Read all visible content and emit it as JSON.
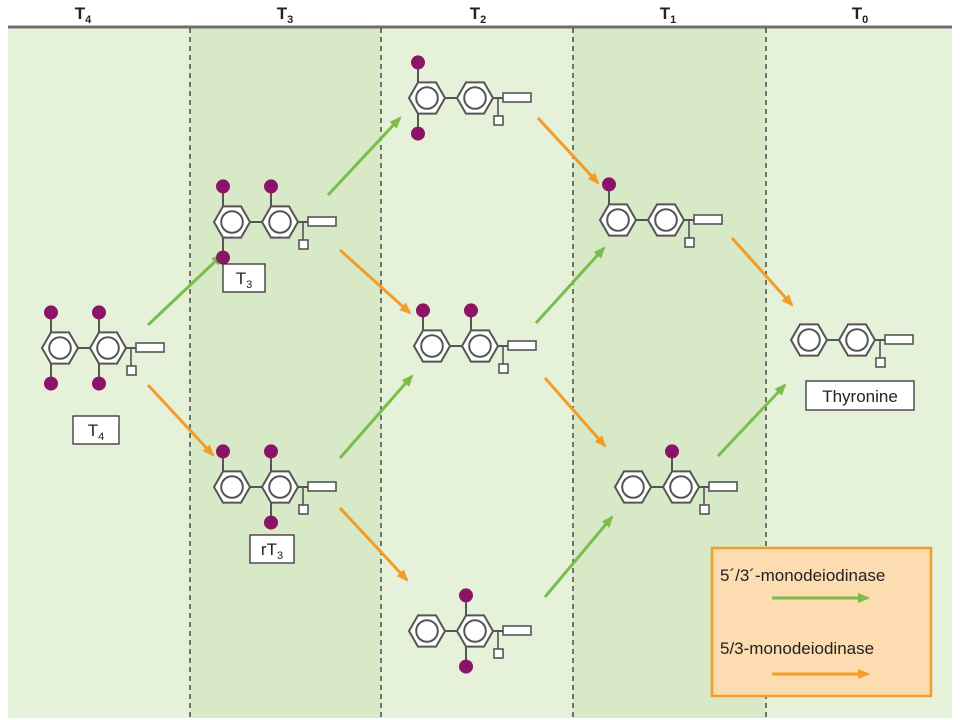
{
  "columns": [
    {
      "id": "T4",
      "base": "T",
      "sub": "4"
    },
    {
      "id": "T3",
      "base": "T",
      "sub": "3"
    },
    {
      "id": "T2",
      "base": "T",
      "sub": "2"
    },
    {
      "id": "T1",
      "base": "T",
      "sub": "1"
    },
    {
      "id": "T0",
      "base": "T",
      "sub": "0"
    }
  ],
  "molecules": [
    {
      "id": "t4",
      "iodines": [
        "3",
        "5",
        "3'",
        "5'"
      ],
      "label": {
        "base": "T",
        "sub": "4"
      }
    },
    {
      "id": "t3",
      "iodines": [
        "3",
        "5",
        "3'"
      ],
      "label": {
        "base": "T",
        "sub": "3"
      }
    },
    {
      "id": "rt3",
      "iodines": [
        "3",
        "3'",
        "5'"
      ],
      "label": {
        "base": "rT",
        "sub": "3"
      }
    },
    {
      "id": "t2a",
      "iodines": [
        "3",
        "5"
      ],
      "label": null
    },
    {
      "id": "t2b",
      "iodines": [
        "3",
        "3'"
      ],
      "label": null
    },
    {
      "id": "t2c",
      "iodines": [
        "3'",
        "5'"
      ],
      "label": null
    },
    {
      "id": "t1a",
      "iodines": [
        "3"
      ],
      "label": null
    },
    {
      "id": "t1b",
      "iodines": [
        "3'"
      ],
      "label": null
    },
    {
      "id": "t0",
      "iodines": [],
      "label": {
        "base": "Thyronine",
        "sub": ""
      }
    }
  ],
  "reactions": [
    {
      "from": "t4",
      "to": "t3",
      "enzyme": "5'/3'-monodeiodinase"
    },
    {
      "from": "t4",
      "to": "rt3",
      "enzyme": "5/3-monodeiodinase"
    },
    {
      "from": "t3",
      "to": "t2a",
      "enzyme": "5'/3'-monodeiodinase"
    },
    {
      "from": "t3",
      "to": "t2b",
      "enzyme": "5/3-monodeiodinase"
    },
    {
      "from": "rt3",
      "to": "t2b",
      "enzyme": "5'/3'-monodeiodinase"
    },
    {
      "from": "rt3",
      "to": "t2c",
      "enzyme": "5/3-monodeiodinase"
    },
    {
      "from": "t2a",
      "to": "t1a",
      "enzyme": "5/3-monodeiodinase"
    },
    {
      "from": "t2b",
      "to": "t1a",
      "enzyme": "5'/3'-monodeiodinase"
    },
    {
      "from": "t2b",
      "to": "t1b",
      "enzyme": "5/3-monodeiodinase"
    },
    {
      "from": "t2c",
      "to": "t1b",
      "enzyme": "5'/3'-monodeiodinase"
    },
    {
      "from": "t1a",
      "to": "t0",
      "enzyme": "5/3-monodeiodinase"
    },
    {
      "from": "t1b",
      "to": "t0",
      "enzyme": "5'/3'-monodeiodinase"
    }
  ],
  "legend": {
    "items": [
      {
        "label": "5´/3´-monodeiodinase",
        "color": "#7cbd4a"
      },
      {
        "label": "5/3-monodeiodinase",
        "color": "#f39c28"
      }
    ]
  },
  "colors": {
    "band_light": "#e6f1da",
    "band_dark": "#d7e9c6",
    "iodine": "#8c1466",
    "green_arrow": "#7cbd4a",
    "orange_arrow": "#f39c28",
    "legend_fill": "#fcdcb0",
    "legend_border": "#f39c28",
    "molecule_stroke": "#555555"
  }
}
